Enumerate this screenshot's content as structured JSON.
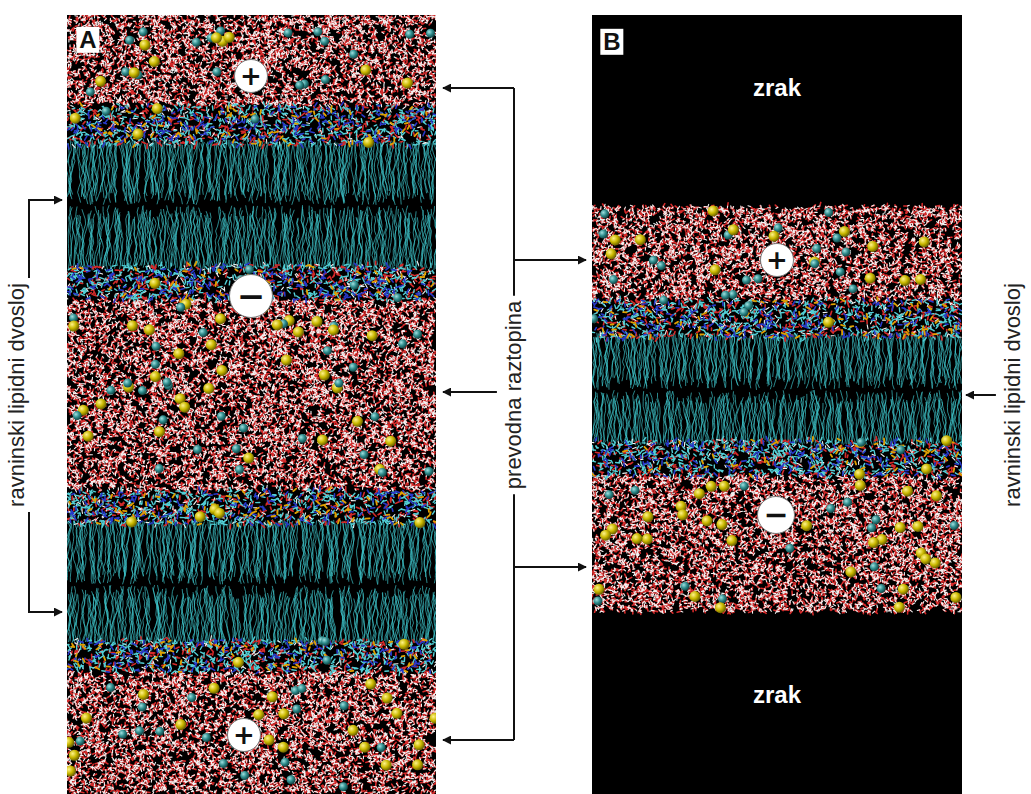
{
  "diagram": {
    "nodes": [
      {
        "text": [
          "+"
        ]
      },
      {
        "text": [
          "−"
        ]
      },
      {
        "text": [
          "+"
        ]
      },
      {
        "text": [
          "+"
        ]
      },
      {
        "text": [
          "−"
        ]
      }
    ],
    "labels": [
      "A",
      "ravninski lipidni dvosloj",
      "prevodna raztopina",
      "B",
      "zrak",
      "zrak",
      "ravninski lipidni dvosloj"
    ]
  }
}
